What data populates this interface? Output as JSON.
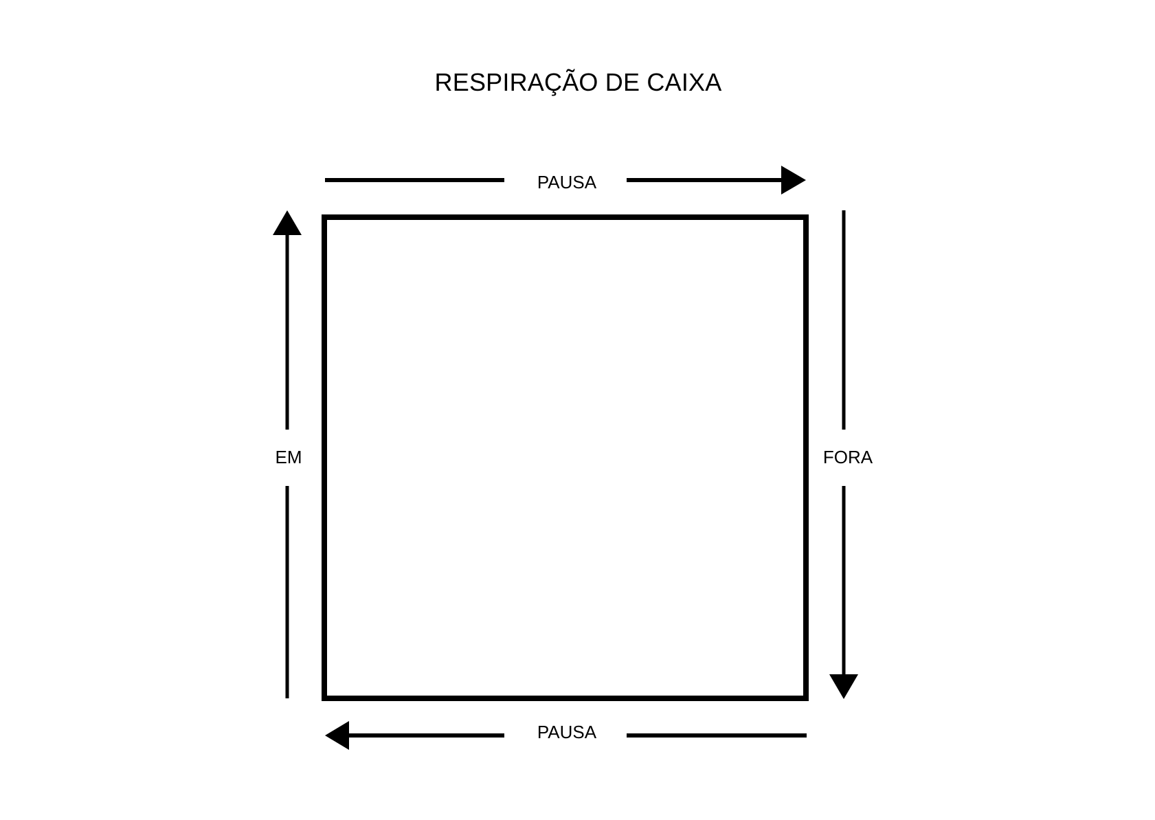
{
  "diagram": {
    "title": "RESPIRAÇÃO DE CAIXA",
    "labels": {
      "top": "PAUSA",
      "bottom": "PAUSA",
      "left": "EM",
      "right": "FORA"
    },
    "flow": [
      {
        "side": "left",
        "label": "EM",
        "direction": "up"
      },
      {
        "side": "top",
        "label": "PAUSA",
        "direction": "right"
      },
      {
        "side": "right",
        "label": "FORA",
        "direction": "down"
      },
      {
        "side": "bottom",
        "label": "PAUSA",
        "direction": "left"
      }
    ],
    "colors": {
      "stroke": "#000000",
      "background": "#ffffff",
      "text": "#000000"
    }
  }
}
